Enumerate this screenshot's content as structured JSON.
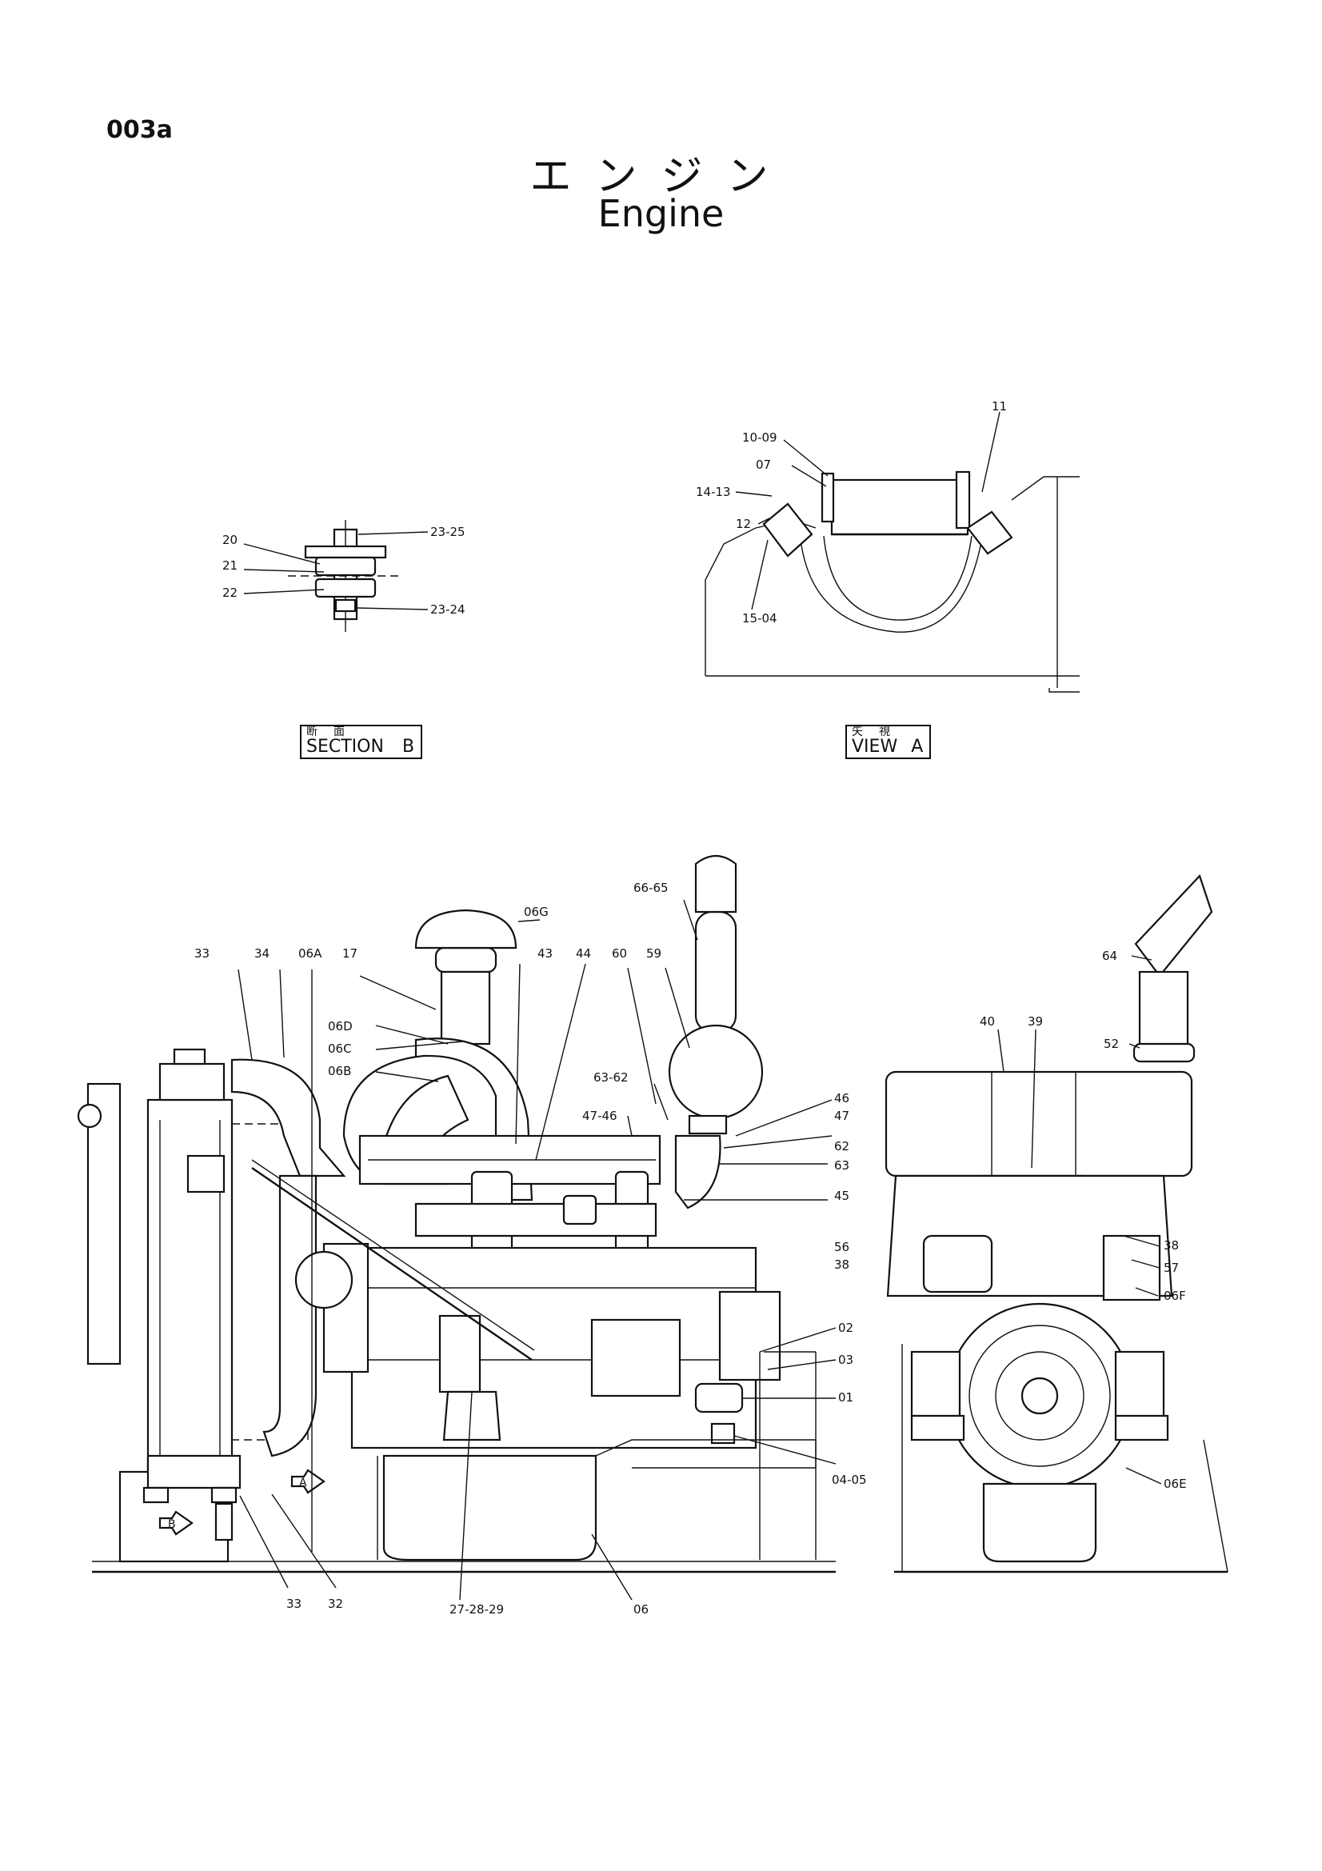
{
  "page_code": "003a",
  "title_jp": "エンジン",
  "title_en": "Engine",
  "section_b": {
    "sub": "断面",
    "main": "SECTION",
    "letter": "B"
  },
  "view_a": {
    "sub": "矢視",
    "main": "VIEW",
    "letter": "A"
  },
  "section_callouts": {
    "c20": "20",
    "c21": "21",
    "c22": "22",
    "c2325": "23-25",
    "c2324": "23-24"
  },
  "view_callouts": {
    "c1009": "10-09",
    "c07": "07",
    "c1413": "14-13",
    "c12": "12",
    "c1504": "15-04",
    "c11": "11"
  },
  "main_callouts": {
    "c06G": "06G",
    "c6665": "66-65",
    "c33a": "33",
    "c34": "34",
    "c06A": "06A",
    "c17": "17",
    "c43": "43",
    "c44": "44",
    "c60": "60",
    "c59": "59",
    "c06D": "06D",
    "c06C": "06C",
    "c06B": "06B",
    "c6362": "63-62",
    "c4746": "47-46",
    "c46": "46",
    "c47": "47",
    "c62": "62",
    "c63": "63",
    "c45": "45",
    "c56": "56",
    "c38a": "38",
    "c02": "02",
    "c03": "03",
    "c01": "01",
    "c0405": "04-05",
    "c33b": "33",
    "c32": "32",
    "c272829": "27-28-29",
    "c06": "06",
    "markerA": "A",
    "markerB": "B"
  },
  "side_callouts": {
    "c64": "64",
    "c40": "40",
    "c39": "39",
    "c52": "52",
    "c38b": "38",
    "c57": "57",
    "c06F": "06F",
    "c06E": "06E"
  }
}
